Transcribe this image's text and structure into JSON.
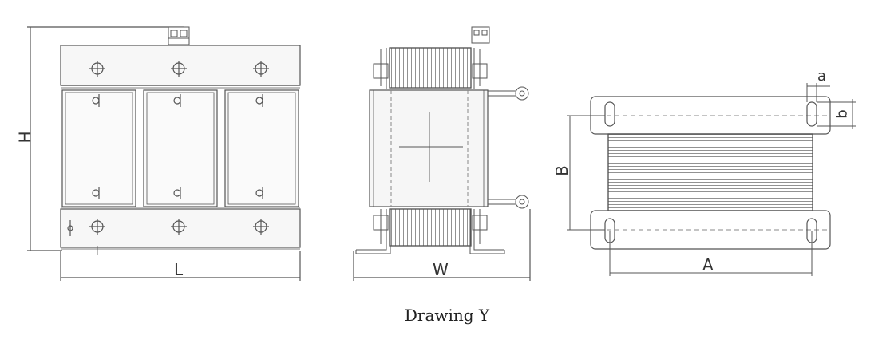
{
  "caption": "Drawing Y",
  "dimensions": {
    "height": "H",
    "length": "L",
    "width": "W",
    "mount_depth": "B",
    "mount_spacing": "A",
    "slot_width": "a",
    "slot_length": "b"
  },
  "colors": {
    "line": "#555555",
    "fill_light": "#f2f2f2",
    "fill_mid": "#e6e6e6",
    "dashed": "#888888"
  }
}
